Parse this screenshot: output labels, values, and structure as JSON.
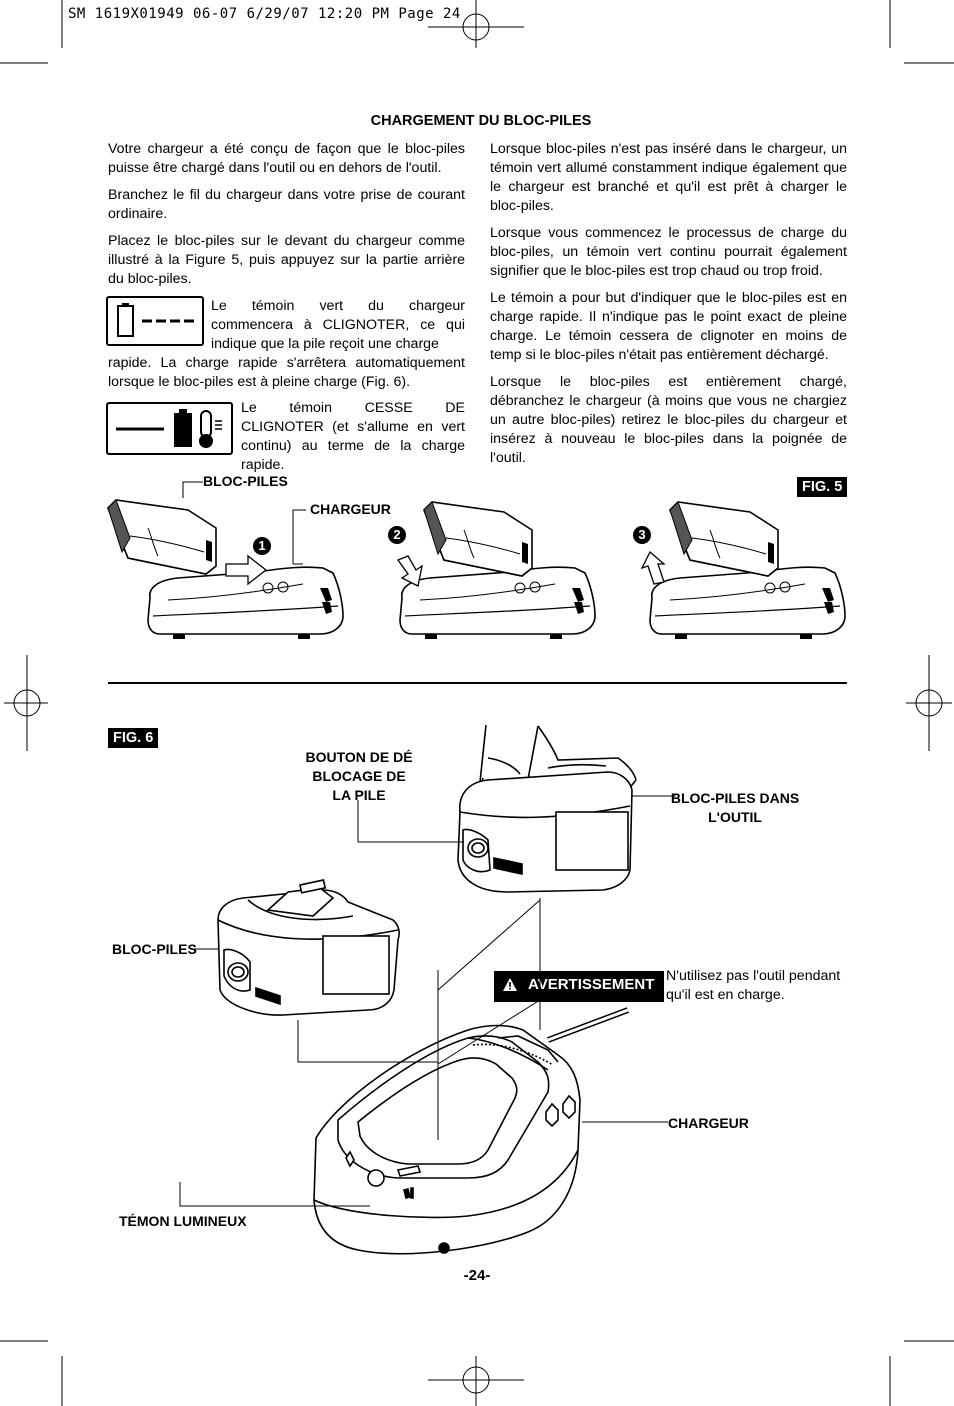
{
  "header": {
    "slug": "SM 1619X01949 06-07  6/29/07  12:20 PM  Page 24"
  },
  "section_title": "CHARGEMENT DU BLOC-PILES",
  "left_column": {
    "p1": "Votre chargeur a été conçu de façon que le bloc-piles puisse être chargé dans l'outil ou en dehors de l'outil.",
    "p2": "Branchez le fil du chargeur dans votre prise de courant ordinaire.",
    "p3": "Placez le bloc-piles sur le devant du chargeur comme illustré à la Figure 5, puis appuyez sur la partie arrière du bloc-piles.",
    "p4_side": "Le témoin vert du chargeur commencera à CLIGNOTER, ce qui indique que la pile reçoit une charge",
    "p4_rest": "rapide. La charge rapide s'arrêtera automatiquement lorsque le bloc-piles est à pleine charge (Fig. 6).",
    "p5_side": "Le témoin CESSE DE CLIGNOTER (et s'allume en vert continu) au terme de la charge rapide."
  },
  "right_column": {
    "p1": "Lorsque bloc-piles n'est pas inséré dans le chargeur, un témoin vert allumé constamment indique également que le chargeur est branché et qu'il est prêt à charger le bloc-piles.",
    "p2": "Lorsque vous commencez le processus de charge du bloc-piles, un témoin vert continu pourrait également signifier que le bloc-piles est trop chaud ou trop froid.",
    "p3": "Le témoin a pour but d'indiquer que le bloc-piles est en charge rapide. Il n'indique pas le point exact de pleine charge. Le témoin cessera de clignoter en moins de temp si le bloc-piles n'était pas entièrement déchargé.",
    "p4": "Lorsque le bloc-piles est entièrement chargé, débranchez le chargeur (à moins que vous ne chargiez un autre bloc-piles) retirez le bloc-piles du chargeur et insérez à nouveau le bloc-piles dans la poignée de l'outil."
  },
  "fig5": {
    "tag": "FIG. 5",
    "label_bloc": "BLOC-PILES",
    "label_chargeur": "CHARGEUR",
    "steps": [
      "1",
      "2",
      "3"
    ]
  },
  "fig6": {
    "tag": "FIG. 6",
    "label_bouton_1": "BOUTON DE DÉ",
    "label_bouton_2": "BLOCAGE DE",
    "label_bouton_3": "LA PILE",
    "label_bloc_outil_1": "BLOC-PILES DANS",
    "label_bloc_outil_2": "L'OUTIL",
    "label_bloc": "BLOC-PILES",
    "warning_label": "AVERTISSEMENT",
    "warning_text_1": "N'utilisez pas l'outil pendant",
    "warning_text_2": "qu'il est en charge.",
    "label_chargeur": "CHARGEUR",
    "label_temoin": "TÉMON LUMINEUX"
  },
  "footer": {
    "page_number": "-24-"
  }
}
